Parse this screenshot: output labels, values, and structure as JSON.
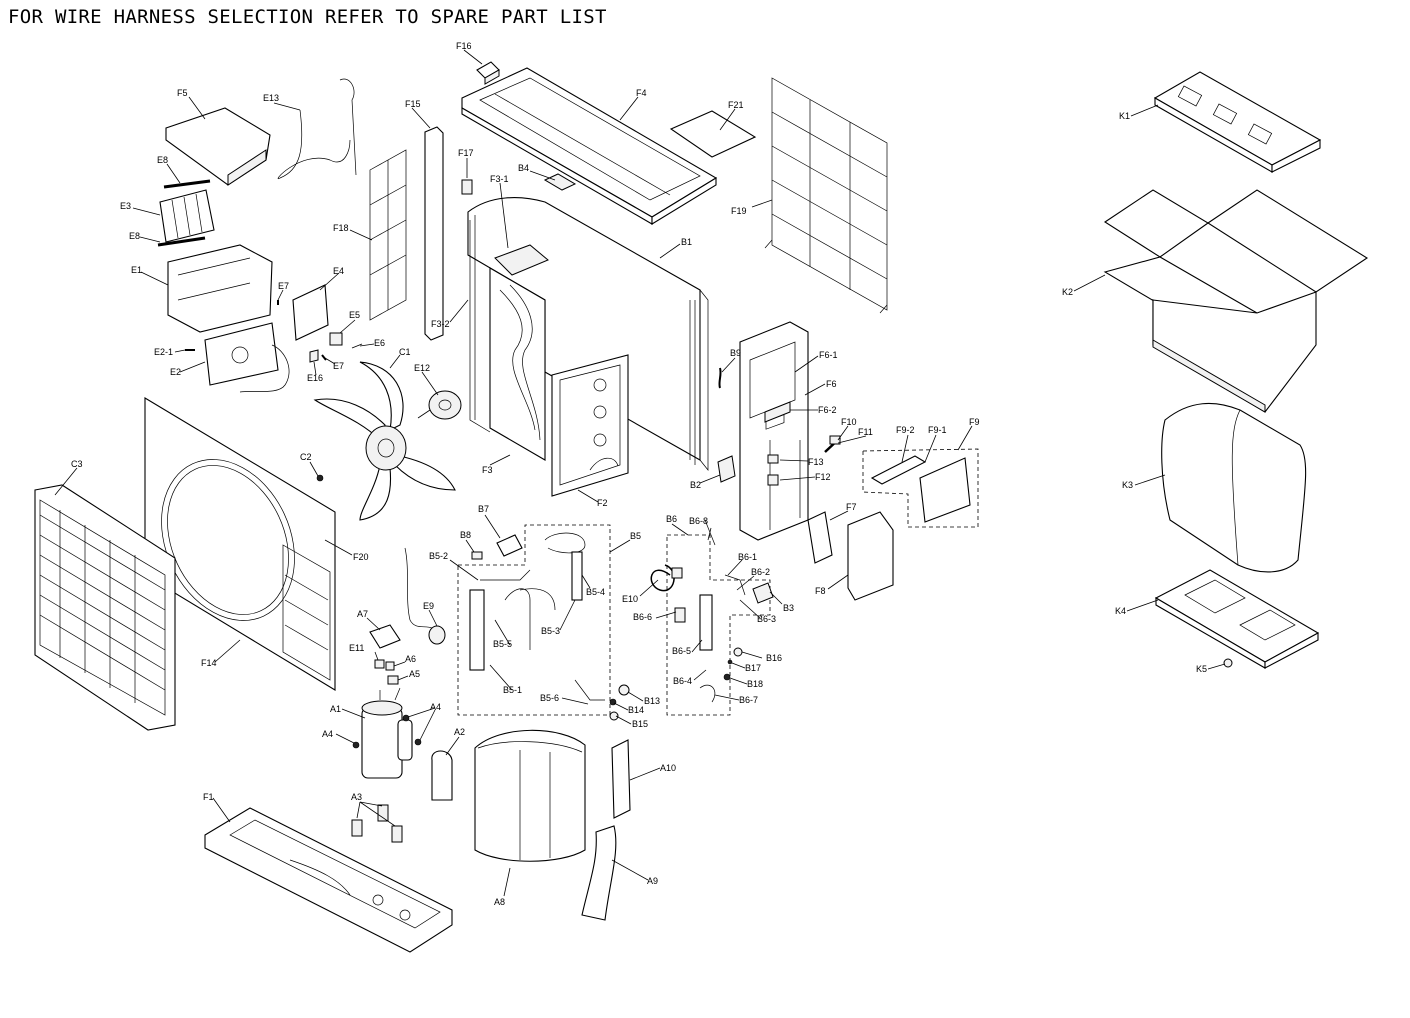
{
  "header": {
    "text": "FOR WIRE HARNESS SELECTION REFER TO SPARE PART LIST"
  },
  "callouts": {
    "F16": "F16",
    "F5": "F5",
    "E13": "E13",
    "F15": "F15",
    "F4": "F4",
    "F21": "F21",
    "E8a": "E8",
    "F17": "F17",
    "B4": "B4",
    "F3_1": "F3-1",
    "E3": "E3",
    "E8b": "E8",
    "F19": "F19",
    "F18": "F18",
    "B1": "B1",
    "E1": "E1",
    "E4": "E4",
    "E7a": "E7",
    "F3_2": "F3-2",
    "E5": "E5",
    "E6": "E6",
    "C1": "C1",
    "E2_1": "E2-1",
    "E2": "E2",
    "E7b": "E7",
    "E16": "E16",
    "E12": "E12",
    "B9": "B9",
    "F6_1": "F6-1",
    "F6": "F6",
    "F6_2": "F6-2",
    "F10": "F10",
    "F11": "F11",
    "F9_2": "F9-2",
    "F9_1": "F9-1",
    "F9": "F9",
    "C2": "C2",
    "C3": "C3",
    "F3": "F3",
    "B2": "B2",
    "F13": "F13",
    "F12": "F12",
    "F2": "F2",
    "F7": "F7",
    "F20": "F20",
    "B7": "B7",
    "B8": "B8",
    "B5": "B5",
    "B6": "B6",
    "B6_8": "B6-8",
    "B6_1": "B6-1",
    "B6_2": "B6-2",
    "B5_2": "B5-2",
    "B5_4": "B5-4",
    "E10": "E10",
    "F8": "F8",
    "B3": "B3",
    "B6_3": "B6-3",
    "B6_6": "B6-6",
    "E9": "E9",
    "A7": "A7",
    "B5_3": "B5-3",
    "B5_5": "B5-5",
    "F14": "F14",
    "E11": "E11",
    "A6": "A6",
    "A5": "A5",
    "B6_5": "B6-5",
    "B16": "B16",
    "B17": "B17",
    "B18": "B18",
    "B6_4": "B6-4",
    "B5_1": "B5-1",
    "B13": "B13",
    "B5_6": "B5-6",
    "B14": "B14",
    "B6_7": "B6-7",
    "A1": "A1",
    "A4a": "A4",
    "A4b": "A4",
    "B15": "B15",
    "A2": "A2",
    "A10": "A10",
    "F1": "F1",
    "A3": "A3",
    "A9": "A9",
    "A8": "A8",
    "K1": "K1",
    "K2": "K2",
    "K3": "K3",
    "K4": "K4",
    "K5": "K5"
  }
}
